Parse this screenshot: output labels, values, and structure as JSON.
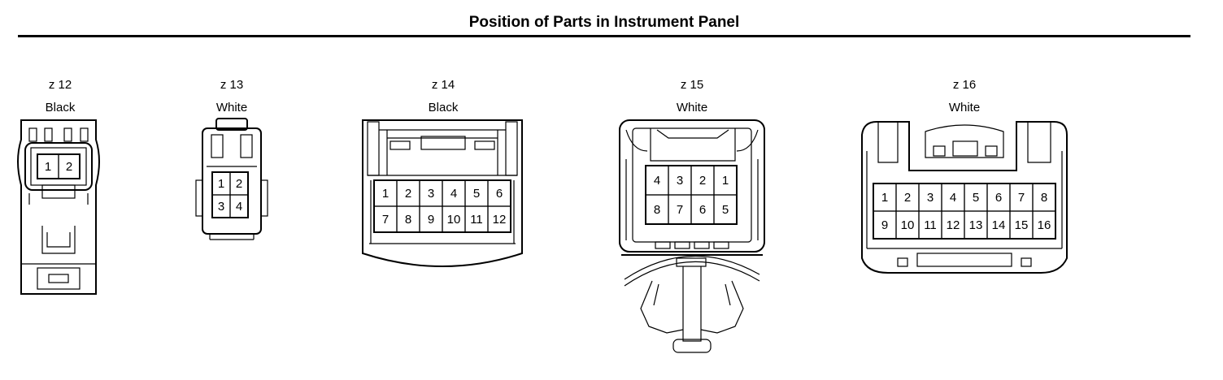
{
  "title": "Position of Parts in Instrument Panel",
  "connectors": [
    {
      "id": "z 12",
      "color": "Black",
      "pins": [
        "1",
        "2"
      ]
    },
    {
      "id": "z 13",
      "color": "White",
      "pins": [
        "1",
        "2",
        "3",
        "4"
      ]
    },
    {
      "id": "z 14",
      "color": "Black",
      "pins": [
        "1",
        "2",
        "3",
        "4",
        "5",
        "6",
        "7",
        "8",
        "9",
        "10",
        "11",
        "12"
      ]
    },
    {
      "id": "z 15",
      "color": "White",
      "pins": [
        "4",
        "3",
        "2",
        "1",
        "8",
        "7",
        "6",
        "5"
      ]
    },
    {
      "id": "z 16",
      "color": "White",
      "pins": [
        "1",
        "2",
        "3",
        "4",
        "5",
        "6",
        "7",
        "8",
        "9",
        "10",
        "11",
        "12",
        "13",
        "14",
        "15",
        "16"
      ]
    }
  ]
}
